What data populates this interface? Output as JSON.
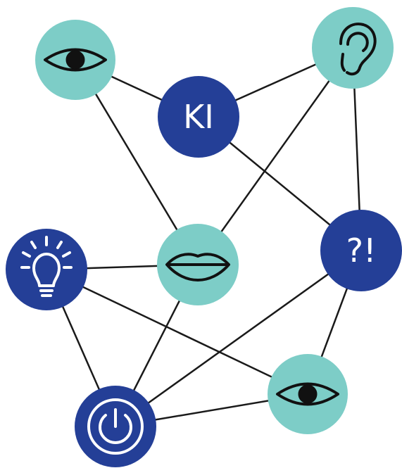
{
  "diagram": {
    "colors": {
      "teal": "#7dcdc7",
      "blue": "#243f97",
      "edge": "#1a1a1a"
    },
    "nodes": [
      {
        "id": "eye-top",
        "kind": "teal",
        "icon": "eye-icon"
      },
      {
        "id": "ki",
        "kind": "blue",
        "label": "KI"
      },
      {
        "id": "ear",
        "kind": "teal",
        "icon": "ear-icon"
      },
      {
        "id": "mouth",
        "kind": "teal",
        "icon": "mouth-icon"
      },
      {
        "id": "question",
        "kind": "blue",
        "label": "?!"
      },
      {
        "id": "bulb",
        "kind": "blue",
        "icon": "lightbulb-icon"
      },
      {
        "id": "eye-bottom",
        "kind": "teal",
        "icon": "eye-icon"
      },
      {
        "id": "power",
        "kind": "blue",
        "icon": "power-icon"
      }
    ],
    "edges": [
      [
        "eye-top",
        "ki"
      ],
      [
        "eye-top",
        "mouth"
      ],
      [
        "ki",
        "ear"
      ],
      [
        "ki",
        "question"
      ],
      [
        "ear",
        "mouth"
      ],
      [
        "ear",
        "question"
      ],
      [
        "mouth",
        "bulb"
      ],
      [
        "mouth",
        "power"
      ],
      [
        "bulb",
        "eye-bottom"
      ],
      [
        "bulb",
        "power"
      ],
      [
        "question",
        "power"
      ],
      [
        "question",
        "eye-bottom"
      ],
      [
        "eye-bottom",
        "power"
      ]
    ]
  }
}
